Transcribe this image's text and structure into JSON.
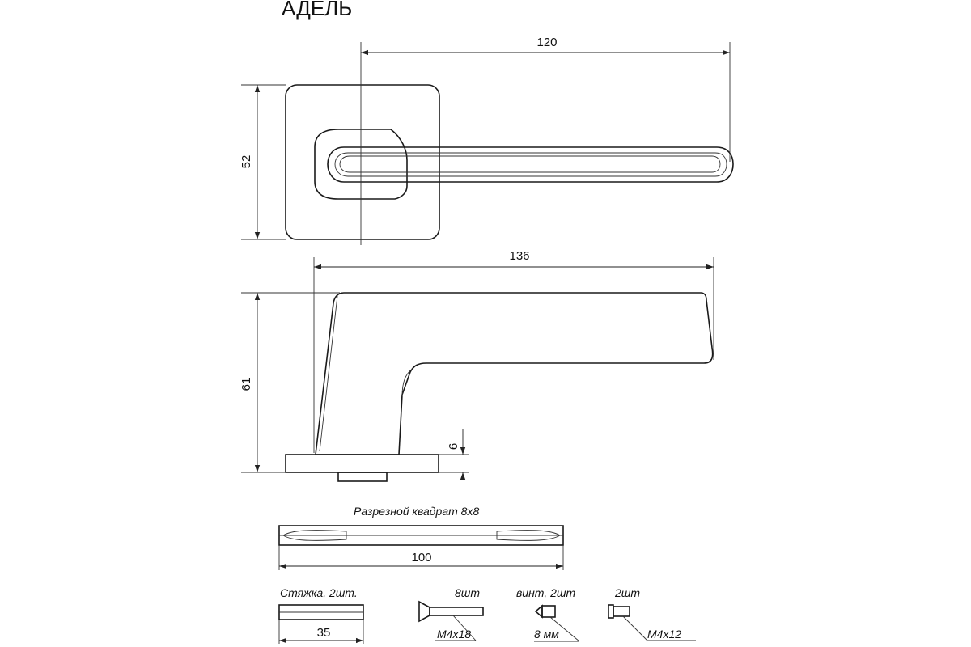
{
  "title": "АДЕЛЬ",
  "top_view": {
    "width_label": "120",
    "height_label": "52"
  },
  "side_view": {
    "length_label": "136",
    "height_label": "61",
    "rose_thickness_label": "6"
  },
  "spindle": {
    "title": "Разрезной квадрат 8х8",
    "length_label": "100"
  },
  "parts": {
    "tie": {
      "title": "Стяжка, 2шт.",
      "length_label": "35"
    },
    "screw_long": {
      "qty": "8шт",
      "size": "M4x18"
    },
    "set_screw": {
      "title": "винт, 2шт",
      "size": "8 мм"
    },
    "screw_short": {
      "qty": "2шт",
      "size": "M4x12"
    }
  }
}
